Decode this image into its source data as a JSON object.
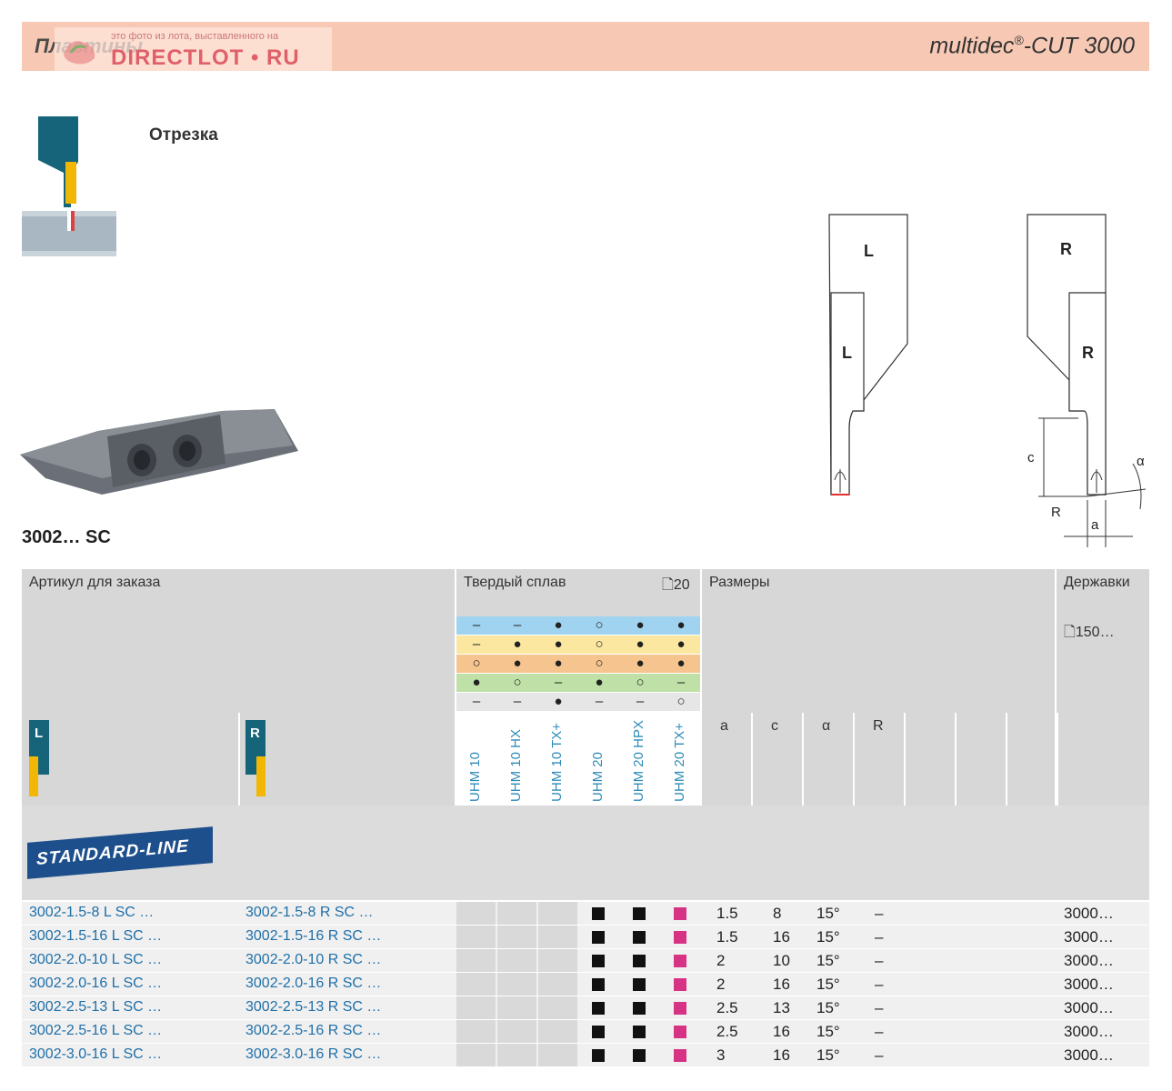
{
  "header": {
    "section": "Пластины",
    "product_name": "multidec",
    "product_reg": "®",
    "product_suffix": "-CUT 3000"
  },
  "watermark": {
    "small": "это фото из лота, выставленного на",
    "big": "DIRECTLOT • RU"
  },
  "operation": {
    "title": "Отрезка"
  },
  "insert_code": "3002… SC",
  "drawing": {
    "left_labels": [
      "L",
      "L"
    ],
    "right_labels": [
      "R",
      "R"
    ],
    "dims": [
      "c",
      "α",
      "R",
      "a"
    ]
  },
  "table": {
    "col_article": "Артикул для заказа",
    "col_carbide": "Твердый сплав",
    "carbide_ref": "20",
    "col_dims": "Размеры",
    "col_holders": "Державки",
    "holders_ref": "150…",
    "hand_left": "L",
    "hand_right": "R",
    "grades": [
      "UHM 10",
      "UHM 10 HX",
      "UHM 10 TX+",
      "UHM 20",
      "UHM 20 HPX",
      "UHM 20 TX+"
    ],
    "suitability_rows": [
      {
        "color": "#9fd3ef",
        "symbols": [
          "–",
          "–",
          "●",
          "○",
          "●",
          "●"
        ]
      },
      {
        "color": "#fbe7a0",
        "symbols": [
          "–",
          "●",
          "●",
          "○",
          "●",
          "●"
        ]
      },
      {
        "color": "#f6c48e",
        "symbols": [
          "○",
          "●",
          "●",
          "○",
          "●",
          "●"
        ]
      },
      {
        "color": "#bfe0a6",
        "symbols": [
          "●",
          "○",
          "–",
          "●",
          "○",
          "–"
        ]
      },
      {
        "color": "#e6e6e6",
        "symbols": [
          "–",
          "–",
          "●",
          "–",
          "–",
          "○"
        ]
      }
    ],
    "dim_headers": [
      "a",
      "c",
      "α",
      "R"
    ],
    "section_label": "STANDARD-LINE",
    "rows": [
      {
        "left": "3002-1.5-8 L SC …",
        "right": "3002-1.5-8 R SC …",
        "a": "1.5",
        "c": "8",
        "alpha": "15°",
        "r": "–",
        "holder": "3000…"
      },
      {
        "left": "3002-1.5-16 L SC …",
        "right": "3002-1.5-16 R SC …",
        "a": "1.5",
        "c": "16",
        "alpha": "15°",
        "r": "–",
        "holder": "3000…"
      },
      {
        "left": "3002-2.0-10 L SC …",
        "right": "3002-2.0-10 R SC …",
        "a": "2",
        "c": "10",
        "alpha": "15°",
        "r": "–",
        "holder": "3000…"
      },
      {
        "left": "3002-2.0-16 L SC …",
        "right": "3002-2.0-16 R SC …",
        "a": "2",
        "c": "16",
        "alpha": "15°",
        "r": "–",
        "holder": "3000…"
      },
      {
        "left": "3002-2.5-13 L SC …",
        "right": "3002-2.5-13 R SC …",
        "a": "2.5",
        "c": "13",
        "alpha": "15°",
        "r": "–",
        "holder": "3000…"
      },
      {
        "left": "3002-2.5-16 L SC …",
        "right": "3002-2.5-16 R SC …",
        "a": "2.5",
        "c": "16",
        "alpha": "15°",
        "r": "–",
        "holder": "3000…"
      },
      {
        "left": "3002-3.0-16 L SC …",
        "right": "3002-3.0-16 R SC …",
        "a": "3",
        "c": "16",
        "alpha": "15°",
        "r": "–",
        "holder": "3000…"
      }
    ],
    "availability": [
      "none",
      "none",
      "none",
      "black",
      "black",
      "magenta"
    ]
  }
}
